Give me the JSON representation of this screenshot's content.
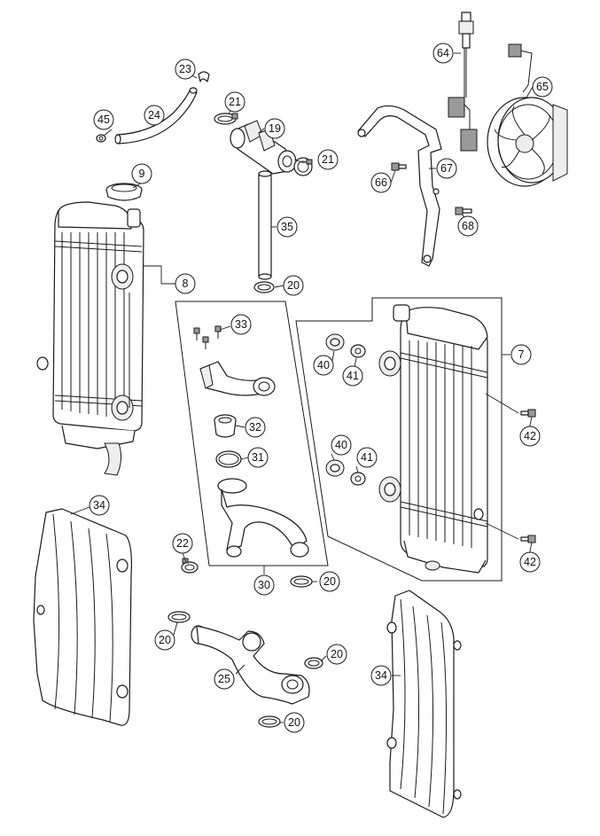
{
  "callouts": [
    {
      "id": "c23",
      "label": "23"
    },
    {
      "id": "c45",
      "label": "45"
    },
    {
      "id": "c24",
      "label": "24"
    },
    {
      "id": "c21a",
      "label": "21"
    },
    {
      "id": "c19",
      "label": "19"
    },
    {
      "id": "c21b",
      "label": "21"
    },
    {
      "id": "c9",
      "label": "9"
    },
    {
      "id": "c35",
      "label": "35"
    },
    {
      "id": "c8",
      "label": "8"
    },
    {
      "id": "c20a",
      "label": "20"
    },
    {
      "id": "c64",
      "label": "64"
    },
    {
      "id": "c65",
      "label": "65"
    },
    {
      "id": "c67",
      "label": "67"
    },
    {
      "id": "c66",
      "label": "66"
    },
    {
      "id": "c68",
      "label": "68"
    },
    {
      "id": "c33",
      "label": "33"
    },
    {
      "id": "c7",
      "label": "7"
    },
    {
      "id": "c40a",
      "label": "40"
    },
    {
      "id": "c41a",
      "label": "41"
    },
    {
      "id": "c32",
      "label": "32"
    },
    {
      "id": "c42a",
      "label": "42"
    },
    {
      "id": "c31",
      "label": "31"
    },
    {
      "id": "c40b",
      "label": "40"
    },
    {
      "id": "c41b",
      "label": "41"
    },
    {
      "id": "c34a",
      "label": "34"
    },
    {
      "id": "c22",
      "label": "22"
    },
    {
      "id": "c42b",
      "label": "42"
    },
    {
      "id": "c30",
      "label": "30"
    },
    {
      "id": "c20b",
      "label": "20"
    },
    {
      "id": "c20c",
      "label": "20"
    },
    {
      "id": "c20d",
      "label": "20"
    },
    {
      "id": "c25",
      "label": "25"
    },
    {
      "id": "c34b",
      "label": "34"
    },
    {
      "id": "c20e",
      "label": "20"
    }
  ]
}
